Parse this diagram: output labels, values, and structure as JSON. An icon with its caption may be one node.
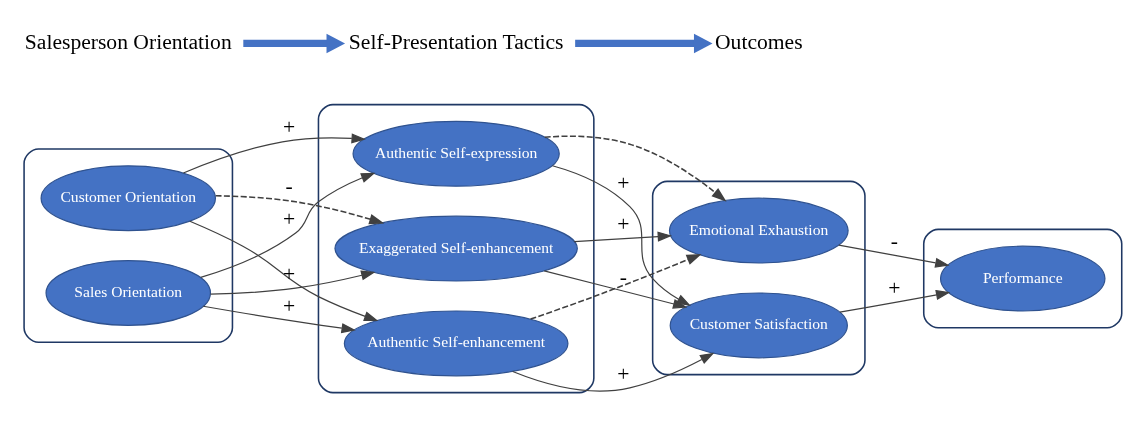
{
  "diagram": {
    "nodes": [
      {
        "text": [
          "Salesperson Orientation"
        ]
      },
      {
        "text": [
          "Self-Presentation Tactics"
        ]
      },
      {
        "text": [
          "Outcomes"
        ]
      },
      {
        "text": [],
        "shape": "box"
      },
      {
        "text": [
          "Customer Orientation"
        ],
        "in": 3
      },
      {
        "text": [
          "Sales Orientation"
        ],
        "in": 3
      },
      {
        "text": [],
        "shape": "box"
      },
      {
        "text": [
          "Authentic Self-expression"
        ],
        "in": 6
      },
      {
        "text": [
          "Authentic Self-enhancement"
        ],
        "in": 6
      },
      {
        "text": [
          "Exaggerated Self-enhancement"
        ],
        "in": 6
      },
      {
        "text": [],
        "shape": "box"
      },
      {
        "text": [
          "Emotional Exhaustion"
        ],
        "in": 10
      },
      {
        "text": [
          "Customer Satisfaction"
        ],
        "in": 10
      },
      {
        "text": [],
        "shape": "box"
      },
      {
        "text": [
          "Performance"
        ],
        "in": 13
      }
    ],
    "edges": [
      {
        "from": 0,
        "to": 1,
        "arrow": "to",
        "style": "thick",
        "color": "#4472c4"
      },
      {
        "from": 1,
        "to": 2,
        "arrow": "to",
        "style": "thick",
        "color": "#4472c4"
      },
      {
        "from": 4,
        "to": 7,
        "arrow": "to",
        "label": "+"
      },
      {
        "from": 4,
        "to": 8,
        "arrow": "to"
      },
      {
        "from": 4,
        "to": 9,
        "arrow": "to",
        "label": "-",
        "style": "dashed"
      },
      {
        "from": 5,
        "to": 7,
        "arrow": "to",
        "label": "+"
      },
      {
        "from": 5,
        "to": 8,
        "arrow": "to",
        "label": "+"
      },
      {
        "from": 5,
        "to": 9,
        "arrow": "to",
        "label": "+"
      },
      {
        "from": 7,
        "to": 11,
        "arrow": "to",
        "style": "dashed"
      },
      {
        "from": 7,
        "to": 12,
        "arrow": "to",
        "label": "+"
      },
      {
        "from": 8,
        "to": 11,
        "arrow": "to",
        "style": "dashed"
      },
      {
        "from": 8,
        "to": 12,
        "arrow": "to",
        "label": "+"
      },
      {
        "from": 9,
        "to": 11,
        "arrow": "to",
        "label": "+"
      },
      {
        "from": 9,
        "to": 12,
        "arrow": "to",
        "label": "-"
      },
      {
        "from": 11,
        "to": 14,
        "arrow": "to",
        "label": "-"
      },
      {
        "from": 12,
        "to": 14,
        "arrow": "to",
        "label": "+"
      }
    ]
  }
}
